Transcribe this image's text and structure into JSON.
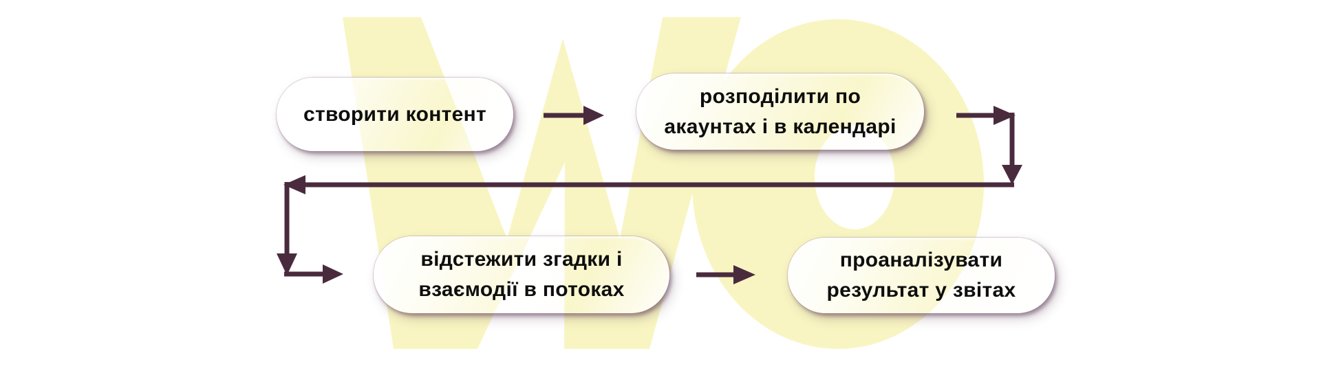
{
  "diagram": {
    "title": "social media workflow loop",
    "language": "uk",
    "nodes": [
      {
        "id": "create-content",
        "lines": [
          "створити контент"
        ]
      },
      {
        "id": "distribute-accounts-calendar",
        "lines": [
          "розподілити по",
          "акаунтах і в календарі"
        ]
      },
      {
        "id": "track-mentions-streams",
        "lines": [
          "відстежити згадки і",
          "взаємодії в потоках"
        ]
      },
      {
        "id": "analyze-results-reports",
        "lines": [
          "проаналізувати",
          "результат у звітах"
        ]
      }
    ],
    "edges": [
      {
        "from": "create-content",
        "to": "distribute-accounts-calendar",
        "style": "straight-right"
      },
      {
        "from": "distribute-accounts-calendar",
        "to": "track-mentions-streams",
        "style": "right-down-long-left-down-right-loop"
      },
      {
        "from": "track-mentions-streams",
        "to": "analyze-results-reports",
        "style": "straight-right"
      }
    ],
    "watermark": "WD letters logo"
  },
  "colors": {
    "arrow": "#4a2b3e",
    "watermark": "#f8f5c2",
    "text": "#0e0e0e",
    "background": "#ffffff"
  }
}
